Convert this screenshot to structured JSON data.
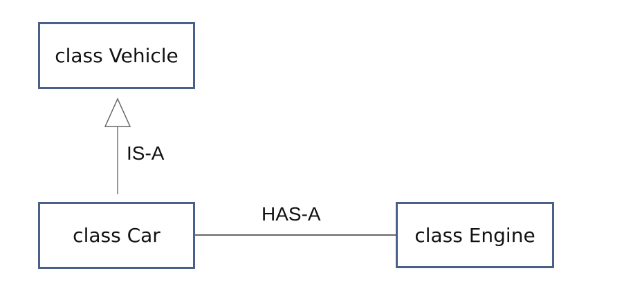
{
  "classes": {
    "vehicle": "class Vehicle",
    "car": "class Car",
    "engine": "class Engine"
  },
  "relations": {
    "is_a": "IS-A",
    "has_a": "HAS-A"
  },
  "colors": {
    "box_border": "#4a5f8a",
    "connector": "#555555",
    "text": "#111111"
  }
}
